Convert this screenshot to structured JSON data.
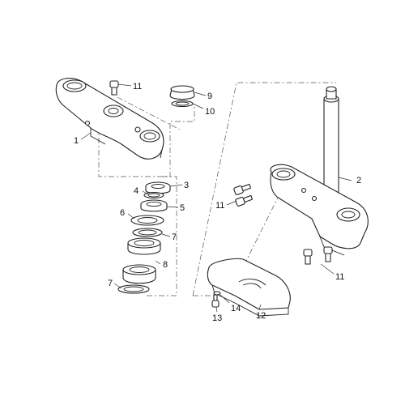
{
  "diagram": {
    "callouts": [
      {
        "id": "1",
        "text": "1"
      },
      {
        "id": "2",
        "text": "2"
      },
      {
        "id": "3",
        "text": "3"
      },
      {
        "id": "4",
        "text": "4"
      },
      {
        "id": "5",
        "text": "5"
      },
      {
        "id": "6",
        "text": "6"
      },
      {
        "id": "7a",
        "text": "7"
      },
      {
        "id": "7b",
        "text": "7"
      },
      {
        "id": "8",
        "text": "8"
      },
      {
        "id": "9",
        "text": "9"
      },
      {
        "id": "10",
        "text": "10"
      },
      {
        "id": "11a",
        "text": "11"
      },
      {
        "id": "11b",
        "text": "11"
      },
      {
        "id": "11c",
        "text": "11"
      },
      {
        "id": "12",
        "text": "12"
      },
      {
        "id": "13",
        "text": "13"
      },
      {
        "id": "14",
        "text": "14"
      }
    ]
  }
}
